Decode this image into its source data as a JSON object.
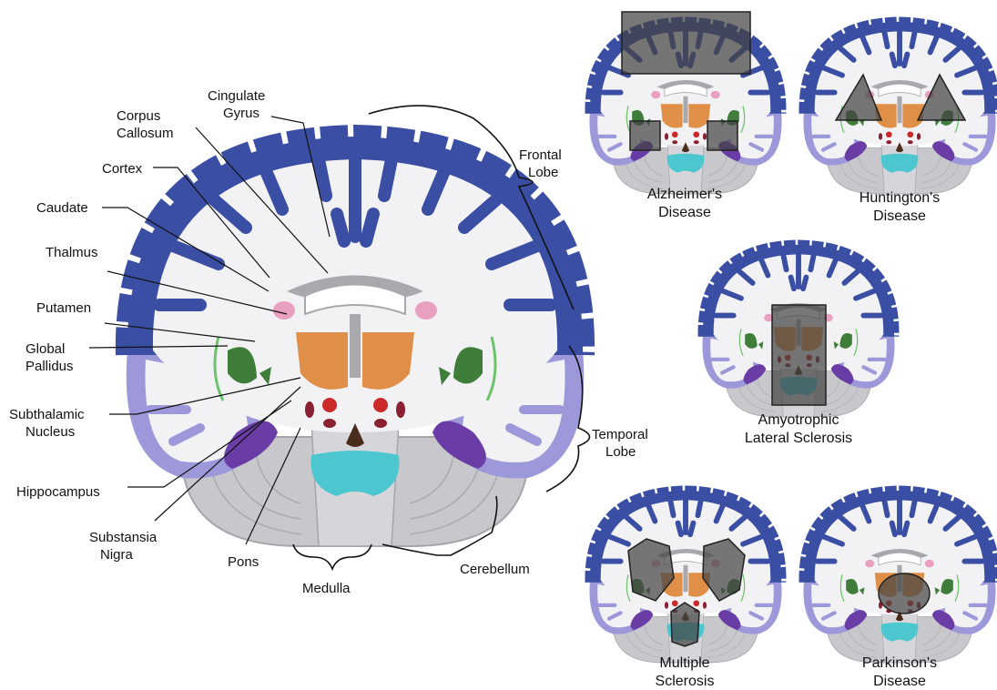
{
  "main_diagram": {
    "labels": {
      "cingulate_gyrus": [
        "Cingulate",
        "Gyrus"
      ],
      "corpus_callosum": [
        "Corpus",
        "Callosum"
      ],
      "cortex": "Cortex",
      "caudate": "Caudate",
      "thalmus": "Thalmus",
      "putamen": "Putamen",
      "global_pallidus": [
        "Global",
        "Pallidus"
      ],
      "subthalamic_nucleus": [
        "Subthalamic",
        "Nucleus"
      ],
      "hippocampus": "Hippocampus",
      "substansia_nigra": [
        "Substansia",
        "Nigra"
      ],
      "pons": "Pons",
      "medulla": "Medulla",
      "cerebellum": "Cerebellum",
      "frontal_lobe": [
        "Frontal",
        "Lobe"
      ],
      "temporal_lobe": [
        "Temporal",
        "Lobe"
      ]
    }
  },
  "disease_panels": [
    {
      "id": "alzheimers",
      "caption": [
        "Alzheimer's",
        "Disease"
      ]
    },
    {
      "id": "huntingtons",
      "caption": [
        "Huntington's",
        "Disease"
      ]
    },
    {
      "id": "als",
      "caption": [
        "Amyotrophic",
        "Lateral Sclerosis"
      ]
    },
    {
      "id": "ms",
      "caption": [
        "Multiple",
        "Sclerosis"
      ]
    },
    {
      "id": "parkinsons",
      "caption": [
        "Parkinson's",
        "Disease"
      ]
    }
  ],
  "colors": {
    "cortex": "#3a4ea3",
    "temporal": "#9d98d9",
    "white_matter": "#f2f2f4",
    "cerebellum": "#c8c8cc",
    "thalamus": "#e08f48",
    "putamen": "#3e7d3a",
    "caudate": "#e9a0c0",
    "subthalamic": "#cc2a2a",
    "substantia_nigra": "#4a2c1c",
    "hippocampus": "#6a3ca6",
    "pons": "#4cc7cf",
    "ventricle": "#a9a9ad",
    "overlay": "#444444"
  }
}
